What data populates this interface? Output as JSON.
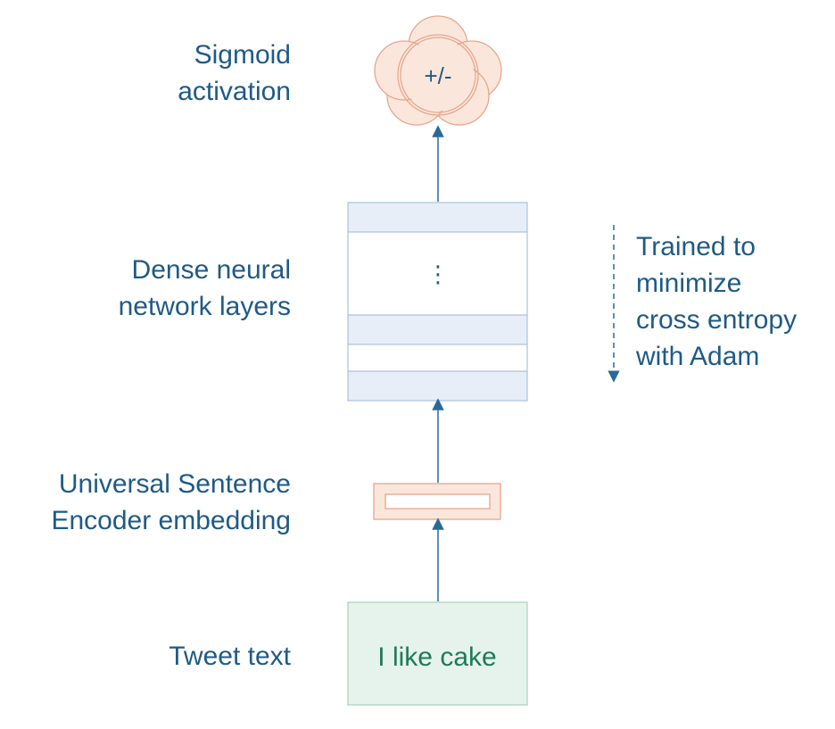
{
  "labels": {
    "sigmoid": [
      "Sigmoid",
      "activation"
    ],
    "dense": [
      "Dense neural",
      "network layers"
    ],
    "use": [
      "Universal Sentence",
      "Encoder embedding"
    ],
    "tweet": "Tweet text"
  },
  "output_symbol": "+/-",
  "dense_ellipsis": "⋮",
  "tweet_example": "I like cake",
  "training_note": [
    "Trained to",
    "minimize",
    "cross entropy",
    "with Adam"
  ],
  "colors": {
    "text": "#1f5a86",
    "arrow": "#2a6a98",
    "layer_fill": "#e8eef8",
    "layer_stroke": "#9bb6d6",
    "salmon_fill": "#fbe6dc",
    "salmon_stroke": "#e6a68c",
    "tweet_fill": "#e6f3ec",
    "tweet_stroke": "#a8d0bb",
    "tweet_text": "#1f7a5a"
  }
}
